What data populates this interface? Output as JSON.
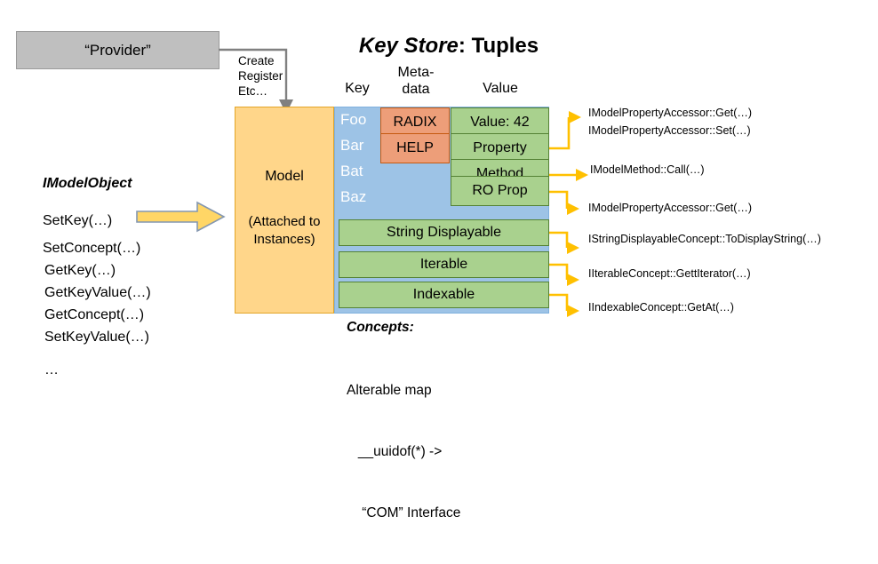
{
  "title": {
    "emphasis": "Key Store",
    "rest": ": Tuples"
  },
  "provider": {
    "label": "“Provider”",
    "connector_label": "Create\nRegister\nEtc…"
  },
  "columns": {
    "key": "Key",
    "metadata": "Meta-\ndata",
    "value": "Value"
  },
  "model": {
    "label": "Model",
    "sublabel": "(Attached to\nInstances)"
  },
  "keys": [
    "Foo",
    "Bar",
    "Bat",
    "Baz"
  ],
  "metadata_cells": [
    "RADIX",
    "HELP"
  ],
  "value_cells": [
    "Value: 42",
    "Property",
    "Method",
    "RO Prop"
  ],
  "concept_rows": [
    "String Displayable",
    "Iterable",
    "Indexable"
  ],
  "callouts": [
    "IModelPropertyAccessor::Get(…)",
    "IModelPropertyAccessor::Set(…)",
    "IModelMethod::Call(…)",
    "IModelPropertyAccessor::Get(…)",
    "IStringDisplayableConcept::ToDisplayString(…)",
    "IIterableConcept::GettIterator(…)",
    "IIndexableConcept::GetAt(…)"
  ],
  "imodelobject": {
    "title": "IModelObject",
    "methods_primary": [
      "SetKey(…)",
      "SetConcept(…)"
    ],
    "methods_secondary": [
      "GetKey(…)",
      "GetKeyValue(…)",
      "GetConcept(…)",
      "SetKeyValue(…)"
    ],
    "ellipsis": "…"
  },
  "concepts": {
    "title": "Concepts:",
    "body": "Alterable map\n   __uuidof(*) ->\n    “COM” Interface"
  },
  "colors": {
    "provider_fill": "#bfbfbf",
    "provider_stroke": "#9a9a9a",
    "model_fill": "#ffd68a",
    "model_stroke": "#e3a528",
    "key_fill": "#9dc3e6",
    "key_stroke": "#7fb0de",
    "meta_fill": "#ed9e79",
    "meta_stroke": "#c55a11",
    "value_fill": "#a9d18e",
    "value_stroke": "#548235",
    "arrow_yellow": "#ffc000",
    "connector_gray": "#808080"
  }
}
